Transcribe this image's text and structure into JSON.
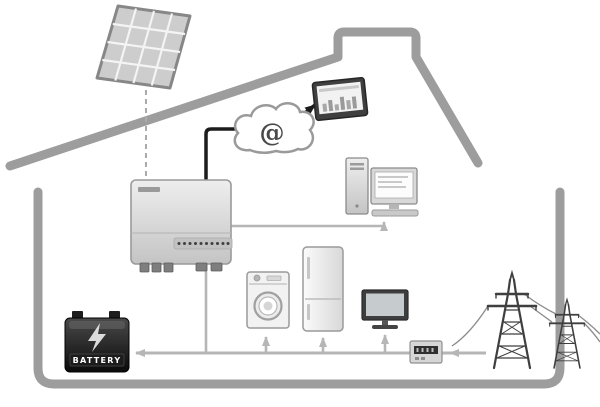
{
  "colors": {
    "outline": "#9d9d9d",
    "arrow": "#b6b6b6",
    "black": "#1c1c1c",
    "wire": "#8b8b8b",
    "pylon": "#3f3f3f"
  },
  "cloud": {
    "symbol": "@"
  },
  "battery": {
    "label": "BATTERY"
  },
  "icons": {
    "internet": "at-symbol",
    "battery-power": "lightning-bolt",
    "solar": "solar-panel-grid",
    "grid-supply": "transmission-pylon"
  }
}
